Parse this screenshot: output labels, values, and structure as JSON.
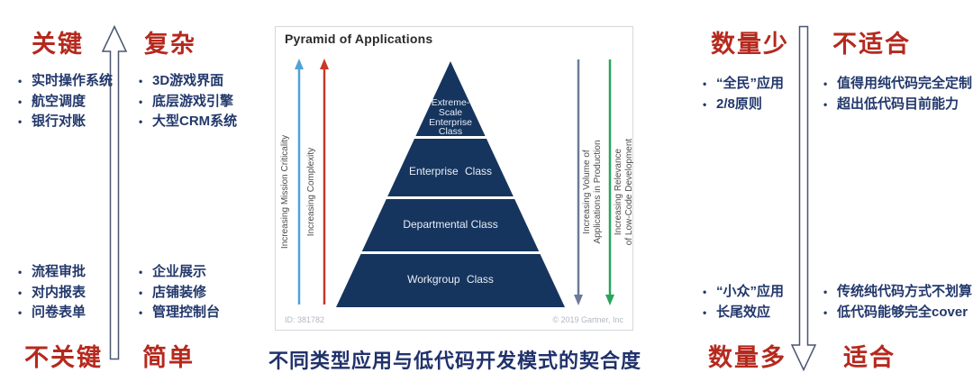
{
  "colors": {
    "header_red": "#b5291e",
    "text_navy": "#22386b",
    "pyramid_navy": "#16355e",
    "tier_text": "#e8eef7",
    "blue_arrow": "#4fa3d8",
    "red_arrow": "#c8382a",
    "slate_arrow": "#6b7a99",
    "green_arrow": "#2aa45c",
    "outline_arrow_stroke": "#4a5570",
    "caption_navy": "#20316b"
  },
  "left_section": {
    "top": {
      "header_criticality": "关键",
      "header_complexity": "复杂",
      "criticality_items": [
        "实时操作系统",
        "航空调度",
        "银行对账"
      ],
      "complexity_items": [
        "3D游戏界面",
        "底层游戏引擎",
        "大型CRM系统"
      ]
    },
    "bottom": {
      "header_criticality": "不关键",
      "header_complexity": "简单",
      "criticality_items": [
        "流程审批",
        "对内报表",
        "问卷表单"
      ],
      "complexity_items": [
        "企业展示",
        "店铺装修",
        "管理控制台"
      ]
    }
  },
  "gartner_panel": {
    "title": "Pyramid of Applications",
    "axis_mission": "Increasing Mission Criticality",
    "axis_complexity": "Increasing Complexity",
    "axis_volume_line1": "Increasing Volume of",
    "axis_volume_line2": "Applications in Production",
    "axis_relevance_line1": "Increasing Relevance",
    "axis_relevance_line2": "of Low-Code Development",
    "pyramid_tiers": {
      "tier1_lines": [
        "Extreme-",
        "Scale",
        "Enterprise",
        "Class"
      ],
      "tier2": "Enterprise Class",
      "tier3": "Departmental Class",
      "tier4": "Workgroup Class"
    },
    "footer_id": "ID: 381782",
    "footer_copyright": "© 2019 Gartner, Inc"
  },
  "right_section": {
    "top": {
      "header_quantity": "数量少",
      "header_fit": "不适合",
      "quantity_items": [
        "“全民”应用",
        "2/8原则"
      ],
      "fit_items": [
        "值得用纯代码完全定制",
        "超出低代码目前能力"
      ]
    },
    "bottom": {
      "header_quantity": "数量多",
      "header_fit": "适合",
      "quantity_items": [
        "“小众”应用",
        "长尾效应"
      ],
      "fit_items": [
        "传统纯代码方式不划算",
        "低代码能够完全cover"
      ]
    }
  },
  "caption": {
    "main": "不同类型应用与低代码开发模式的",
    "emphasis": "契合度"
  }
}
